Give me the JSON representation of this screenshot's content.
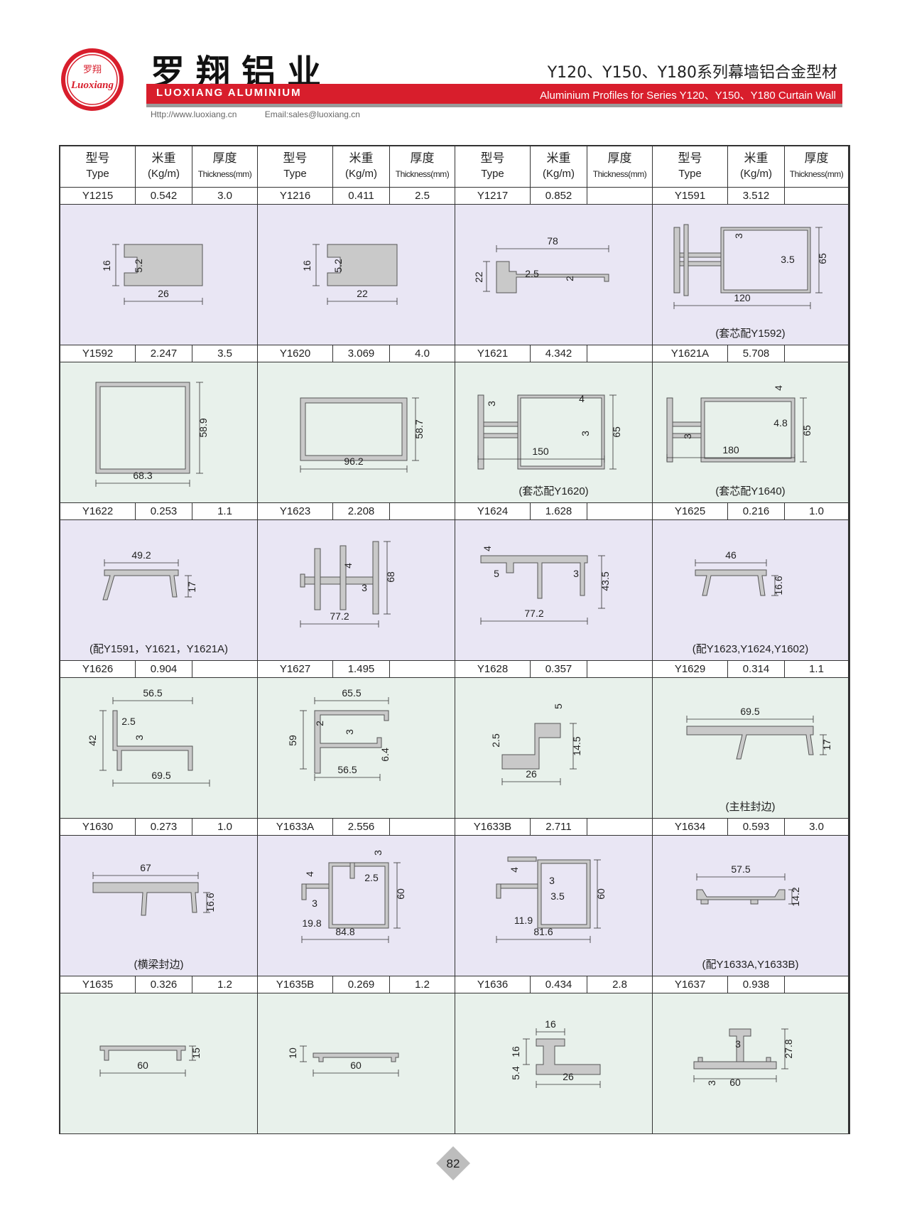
{
  "header": {
    "logo_text_cn": "罗翔",
    "logo_text_en": "Luoxiang",
    "brand_cn": "罗翔铝业",
    "brand_en": "LUOXIANG ALUMINIUM",
    "series_cn": "Y120、Y150、Y180系列幕墙铝合金型材",
    "series_en": "Aluminium Profiles for Series Y120、Y150、Y180 Curtain Wall",
    "website": "Http://www.luoxiang.cn",
    "email": "Email:sales@luoxiang.cn",
    "accent_color": "#d81e2c"
  },
  "columns": {
    "type_cn": "型号",
    "type_en": "Type",
    "weight_cn": "米重",
    "weight_en": "(Kg/m)",
    "thick_cn": "厚度",
    "thick_en": "Thickness(mm)"
  },
  "rows": [
    {
      "tint": "lav",
      "items": [
        {
          "type": "Y1215",
          "weight": "0.542",
          "thickness": "3.0",
          "note": "",
          "dims": [
            "16",
            "5.2",
            "26"
          ]
        },
        {
          "type": "Y1216",
          "weight": "0.411",
          "thickness": "2.5",
          "note": "",
          "dims": [
            "16",
            "5.2",
            "22"
          ]
        },
        {
          "type": "Y1217",
          "weight": "0.852",
          "thickness": "",
          "note": "",
          "dims": [
            "78",
            "22",
            "2.5",
            "2"
          ]
        },
        {
          "type": "Y1591",
          "weight": "3.512",
          "thickness": "",
          "note": "(套芯配Y1592)",
          "dims": [
            "3",
            "3.5",
            "65",
            "120"
          ]
        }
      ]
    },
    {
      "tint": "grn",
      "items": [
        {
          "type": "Y1592",
          "weight": "2.247",
          "thickness": "3.5",
          "note": "",
          "dims": [
            "58.9",
            "68.3"
          ]
        },
        {
          "type": "Y1620",
          "weight": "3.069",
          "thickness": "4.0",
          "note": "",
          "dims": [
            "58.7",
            "96.2"
          ]
        },
        {
          "type": "Y1621",
          "weight": "4.342",
          "thickness": "",
          "note": "(套芯配Y1620)",
          "dims": [
            "3",
            "4",
            "3",
            "65",
            "150"
          ]
        },
        {
          "type": "Y1621A",
          "weight": "5.708",
          "thickness": "",
          "note": "(套芯配Y1640)",
          "dims": [
            "4",
            "4.8",
            "3",
            "65",
            "180"
          ]
        }
      ]
    },
    {
      "tint": "lav",
      "items": [
        {
          "type": "Y1622",
          "weight": "0.253",
          "thickness": "1.1",
          "note": "(配Y1591，Y1621，Y1621A)",
          "dims": [
            "49.2",
            "17"
          ]
        },
        {
          "type": "Y1623",
          "weight": "2.208",
          "thickness": "",
          "note": "",
          "dims": [
            "4",
            "3",
            "68",
            "77.2"
          ]
        },
        {
          "type": "Y1624",
          "weight": "1.628",
          "thickness": "",
          "note": "",
          "dims": [
            "4",
            "5",
            "3",
            "43.5",
            "77.2"
          ]
        },
        {
          "type": "Y1625",
          "weight": "0.216",
          "thickness": "1.0",
          "note": "(配Y1623,Y1624,Y1602)",
          "dims": [
            "46",
            "16.6"
          ]
        }
      ]
    },
    {
      "tint": "grn",
      "items": [
        {
          "type": "Y1626",
          "weight": "0.904",
          "thickness": "",
          "note": "",
          "dims": [
            "56.5",
            "2.5",
            "3",
            "42",
            "69.5"
          ]
        },
        {
          "type": "Y1627",
          "weight": "1.495",
          "thickness": "",
          "note": "",
          "dims": [
            "65.5",
            "2",
            "3",
            "59",
            "6.4",
            "56.5"
          ]
        },
        {
          "type": "Y1628",
          "weight": "0.357",
          "thickness": "",
          "note": "",
          "dims": [
            "5",
            "2.5",
            "14.5",
            "26"
          ]
        },
        {
          "type": "Y1629",
          "weight": "0.314",
          "thickness": "1.1",
          "note": "(主柱封边)",
          "dims": [
            "69.5",
            "17"
          ]
        }
      ]
    },
    {
      "tint": "lav",
      "items": [
        {
          "type": "Y1630",
          "weight": "0.273",
          "thickness": "1.0",
          "note": "(横梁封边)",
          "dims": [
            "67",
            "16.6"
          ]
        },
        {
          "type": "Y1633A",
          "weight": "2.556",
          "thickness": "",
          "note": "",
          "dims": [
            "3",
            "4",
            "2.5",
            "3",
            "60",
            "19.8",
            "84.8"
          ]
        },
        {
          "type": "Y1633B",
          "weight": "2.711",
          "thickness": "",
          "note": "",
          "dims": [
            "4",
            "3",
            "3.5",
            "60",
            "11.9",
            "81.6"
          ]
        },
        {
          "type": "Y1634",
          "weight": "0.593",
          "thickness": "3.0",
          "note": "(配Y1633A,Y1633B)",
          "dims": [
            "57.5",
            "14.2"
          ]
        }
      ]
    },
    {
      "tint": "grn",
      "items": [
        {
          "type": "Y1635",
          "weight": "0.326",
          "thickness": "1.2",
          "note": "",
          "dims": [
            "15",
            "60"
          ]
        },
        {
          "type": "Y1635B",
          "weight": "0.269",
          "thickness": "1.2",
          "note": "",
          "dims": [
            "10",
            "60"
          ]
        },
        {
          "type": "Y1636",
          "weight": "0.434",
          "thickness": "2.8",
          "note": "",
          "dims": [
            "16",
            "16",
            "5.4",
            "26"
          ]
        },
        {
          "type": "Y1637",
          "weight": "0.938",
          "thickness": "",
          "note": "",
          "dims": [
            "3",
            "27.8",
            "3",
            "60"
          ]
        }
      ]
    }
  ],
  "page_number": "82"
}
